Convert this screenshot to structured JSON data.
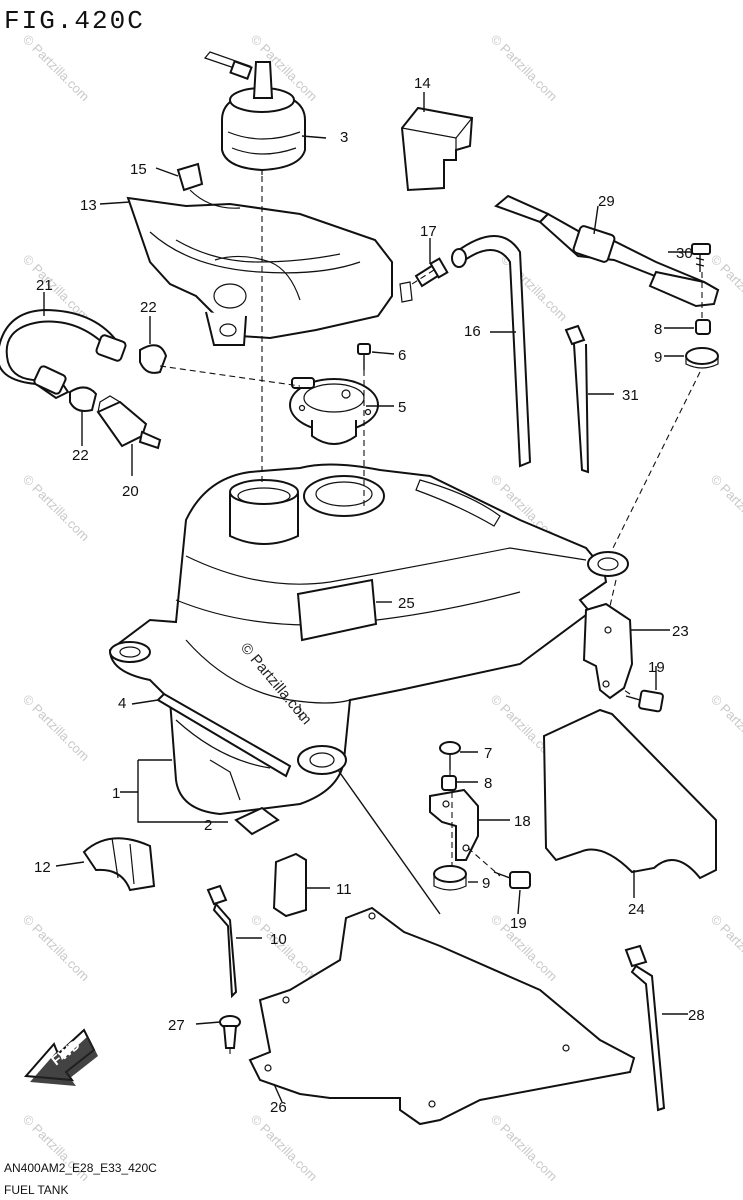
{
  "figure": {
    "title": "FIG.420C",
    "code": "AN400AM2_E28_E33_420C",
    "name": "FUEL TANK",
    "watermark": "© Partzilla.com",
    "watermark_center": "© Partzilla.com"
  },
  "callouts": [
    {
      "num": "1"
    },
    {
      "num": "2"
    },
    {
      "num": "3"
    },
    {
      "num": "4"
    },
    {
      "num": "5"
    },
    {
      "num": "6"
    },
    {
      "num": "7"
    },
    {
      "num": "8"
    },
    {
      "num": "8"
    },
    {
      "num": "9"
    },
    {
      "num": "9"
    },
    {
      "num": "10"
    },
    {
      "num": "11"
    },
    {
      "num": "12"
    },
    {
      "num": "13"
    },
    {
      "num": "14"
    },
    {
      "num": "15"
    },
    {
      "num": "16"
    },
    {
      "num": "17"
    },
    {
      "num": "18"
    },
    {
      "num": "19"
    },
    {
      "num": "19"
    },
    {
      "num": "20"
    },
    {
      "num": "21"
    },
    {
      "num": "22"
    },
    {
      "num": "22"
    },
    {
      "num": "23"
    },
    {
      "num": "24"
    },
    {
      "num": "25"
    },
    {
      "num": "26"
    },
    {
      "num": "27"
    },
    {
      "num": "28"
    },
    {
      "num": "29"
    },
    {
      "num": "30"
    },
    {
      "num": "31"
    }
  ],
  "icons": {
    "fwd_arrow": "fwd-arrow-icon",
    "fwd_label": "FWD"
  }
}
